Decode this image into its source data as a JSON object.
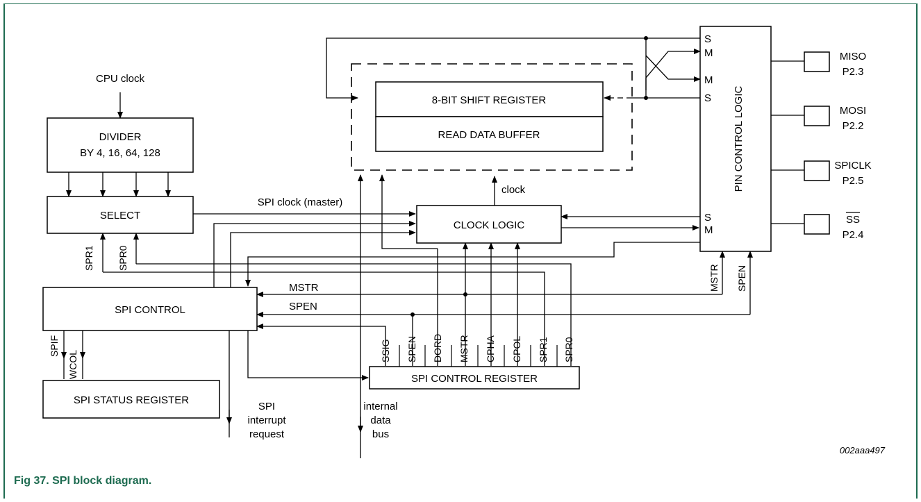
{
  "diagram": {
    "cpu_clock": "CPU clock",
    "divider_line1": "DIVIDER",
    "divider_line2": "BY 4, 16, 64, 128",
    "select": "SELECT",
    "spi_clock_master": "SPI clock (master)",
    "spr1_side": "SPR1",
    "spr0_side": "SPR0",
    "spi_control": "SPI CONTROL",
    "mstr_bus": "MSTR",
    "spen_bus": "SPEN",
    "spif": "SPIF",
    "wcol": "WCOL",
    "spi_status_register": "SPI STATUS REGISTER",
    "spi_interrupt_1": "SPI",
    "spi_interrupt_2": "interrupt",
    "spi_interrupt_3": "request",
    "internal_data_bus_1": "internal",
    "internal_data_bus_2": "data",
    "internal_data_bus_3": "bus",
    "shift_register": "8-BIT SHIFT REGISTER",
    "read_data_buffer": "READ DATA BUFFER",
    "clock_label": "clock",
    "clock_logic": "CLOCK LOGIC",
    "spi_control_register": "SPI CONTROL REGISTER",
    "reg_bits": [
      "SSIG",
      "SPEN",
      "DORD",
      "MSTR",
      "CPHA",
      "CPOL",
      "SPR1",
      "SPR0"
    ],
    "pin_control_logic": "PIN CONTROL LOGIC",
    "pin_s1": "S",
    "pin_m1": "M",
    "pin_m2": "M",
    "pin_s2": "S",
    "pin_s3": "S",
    "pin_m3": "M",
    "pin_mstr": "MSTR",
    "pin_spen": "SPEN",
    "miso": "MISO",
    "miso_pin": "P2.3",
    "mosi": "MOSI",
    "mosi_pin": "P2.2",
    "spiclk": "SPICLK",
    "spiclk_pin": "P2.5",
    "ss": "SS",
    "ss_pin": "P2.4",
    "reference_code": "002aaa497"
  },
  "caption": "Fig 37.  SPI block diagram.",
  "colors": {
    "frame": "#1d6b50",
    "caption": "#1d6b50",
    "lines": "#000000"
  }
}
